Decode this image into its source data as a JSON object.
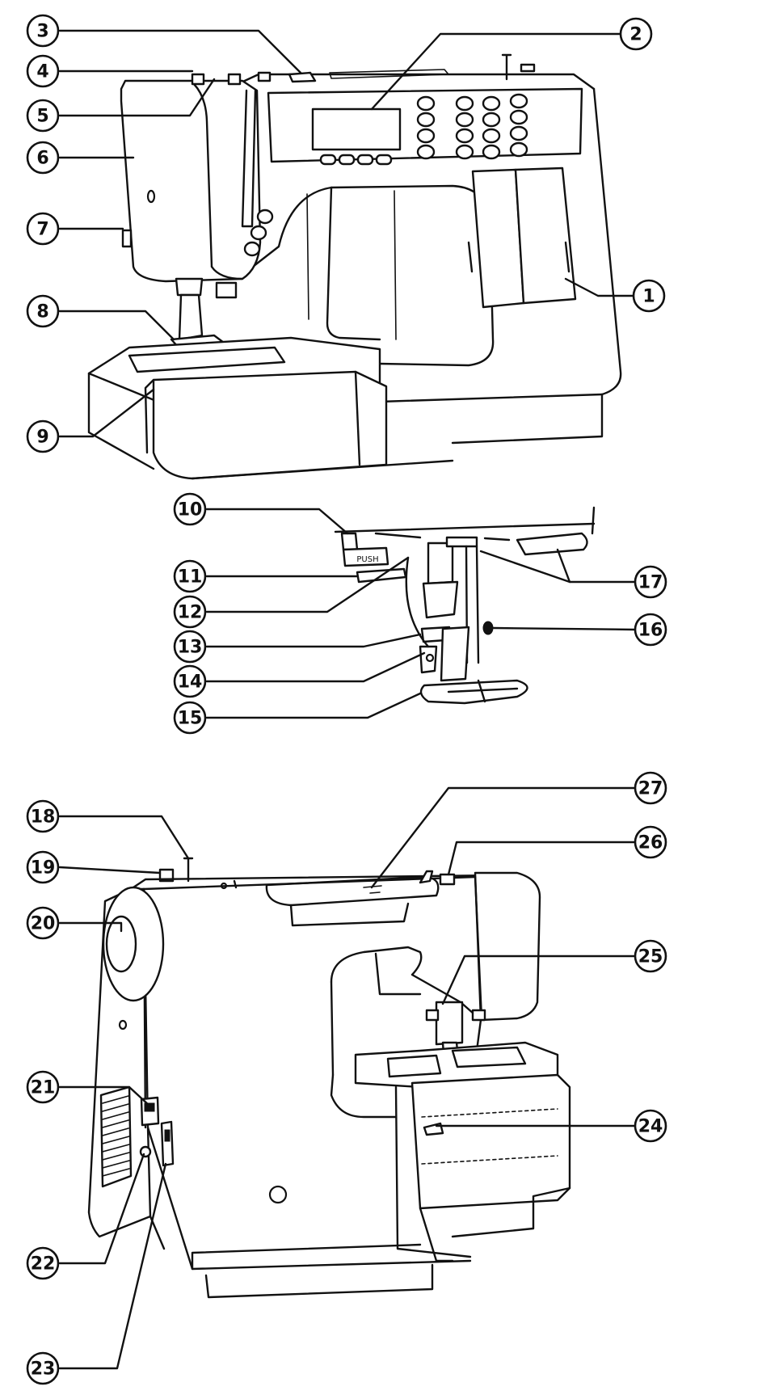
{
  "callouts": [
    "1",
    "2",
    "3",
    "4",
    "5",
    "6",
    "7",
    "8",
    "9",
    "10",
    "11",
    "12",
    "13",
    "14",
    "15",
    "16",
    "17",
    "18",
    "19",
    "20",
    "21",
    "22",
    "23",
    "24",
    "25",
    "26",
    "27"
  ],
  "embossed_label": "PUSH"
}
